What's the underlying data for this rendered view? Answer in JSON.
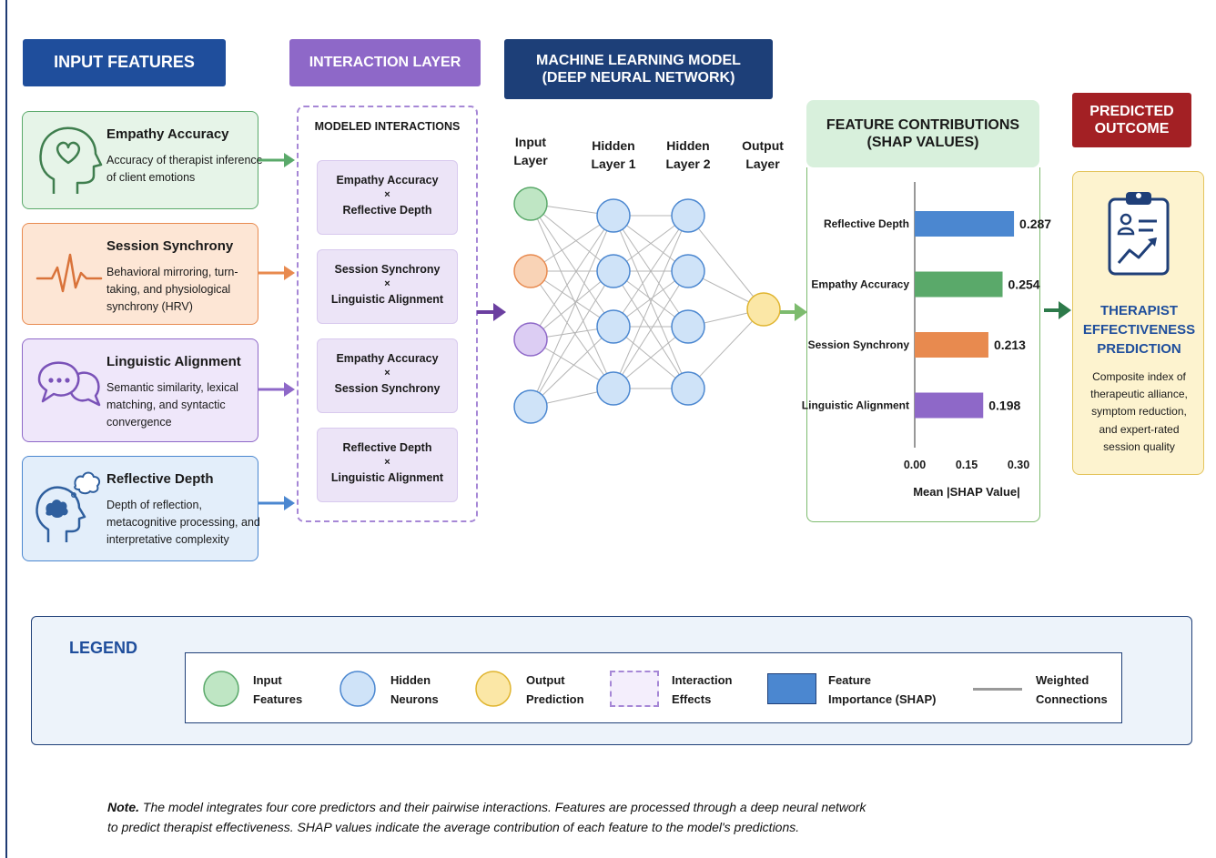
{
  "headers": {
    "input": "INPUT FEATURES",
    "interaction": "INTERACTION LAYER",
    "model": [
      "MACHINE LEARNING MODEL",
      "(DEEP NEURAL NETWORK)"
    ],
    "contrib": [
      "FEATURE CONTRIBUTIONS",
      "(SHAP VALUES)"
    ],
    "outcome": [
      "PREDICTED",
      "OUTCOME"
    ]
  },
  "features": [
    {
      "title": "Empathy Accuracy",
      "desc": "Accuracy of therapist inference of client emotions",
      "icon": "head-heart-icon",
      "color": "#5aa96a"
    },
    {
      "title": "Session Synchrony",
      "desc": "Behavioral mirroring, turn-taking, and physiological synchrony (HRV)",
      "icon": "heartbeat-icon",
      "color": "#e88a4f"
    },
    {
      "title": "Linguistic Alignment",
      "desc": "Semantic similarity, lexical matching, and syntactic convergence",
      "icon": "speech-bubbles-icon",
      "color": "#8e68c8"
    },
    {
      "title": "Reflective Depth",
      "desc": "Depth of reflection, metacognitive processing, and interpretative complexity",
      "icon": "head-thought-icon",
      "color": "#4b87d0"
    }
  ],
  "interactions": {
    "title": "MODELED INTERACTIONS",
    "items": [
      {
        "a": "Empathy Accuracy",
        "x": "×",
        "b": "Reflective Depth"
      },
      {
        "a": "Session Synchrony",
        "x": "×",
        "b": "Linguistic Alignment"
      },
      {
        "a": "Empathy Accuracy",
        "x": "×",
        "b": "Session Synchrony"
      },
      {
        "a": "Reflective Depth",
        "x": "×",
        "b": "Linguistic Alignment"
      }
    ]
  },
  "layers": {
    "input": [
      "Input",
      "Layer"
    ],
    "hidden1": [
      "Hidden",
      "Layer 1"
    ],
    "hidden2": [
      "Hidden",
      "Layer 2"
    ],
    "output": [
      "Output",
      "Layer"
    ]
  },
  "chart_data": {
    "type": "bar",
    "orientation": "horizontal",
    "categories": [
      "Reflective Depth",
      "Empathy Accuracy",
      "Session Synchrony",
      "Linguistic Alignment"
    ],
    "values": [
      0.287,
      0.254,
      0.213,
      0.198
    ],
    "value_labels": [
      "0.287",
      "0.254",
      "0.213",
      "0.198"
    ],
    "colors": [
      "#4b87d0",
      "#5aa96a",
      "#e88a4f",
      "#8e68c8"
    ],
    "xticks": [
      "0.00",
      "0.15",
      "0.30"
    ],
    "xlim": [
      0,
      0.3
    ],
    "xlabel": "Mean |SHAP Value|"
  },
  "outcome": {
    "title": [
      "THERAPIST",
      "EFFECTIVENESS",
      "PREDICTION"
    ],
    "desc": [
      "Composite index of",
      "therapeutic alliance,",
      "symptom reduction,",
      "and expert-rated",
      "session quality"
    ]
  },
  "legend": {
    "title": "LEGEND",
    "items": [
      {
        "l1": "Input",
        "l2": "Features"
      },
      {
        "l1": "Hidden",
        "l2": "Neurons"
      },
      {
        "l1": "Output",
        "l2": "Prediction"
      },
      {
        "l1": "Interaction",
        "l2": "Effects"
      },
      {
        "l1": "Feature",
        "l2": "Importance (SHAP)"
      },
      {
        "l1": "Weighted",
        "l2": "Connections"
      }
    ]
  },
  "note": {
    "label": "Note.",
    "line1": "The model integrates four core predictors and their pairwise interactions. Features are processed through a deep neural network",
    "line2": "to predict therapist effectiveness. SHAP values indicate the average contribution of each feature to the model's predictions."
  },
  "colors": {
    "navy": "#1f4e9c",
    "purple": "#8e68c8",
    "darknavy": "#1d3f78",
    "mint": "#d8f0dc",
    "red": "#a32024",
    "neuron_green": "#bfe6c4",
    "neuron_orange": "#f9d3b6",
    "neuron_purple": "#dccdf3",
    "neuron_blue": "#cfe3f8",
    "neuron_yellow": "#fbe7a6"
  }
}
